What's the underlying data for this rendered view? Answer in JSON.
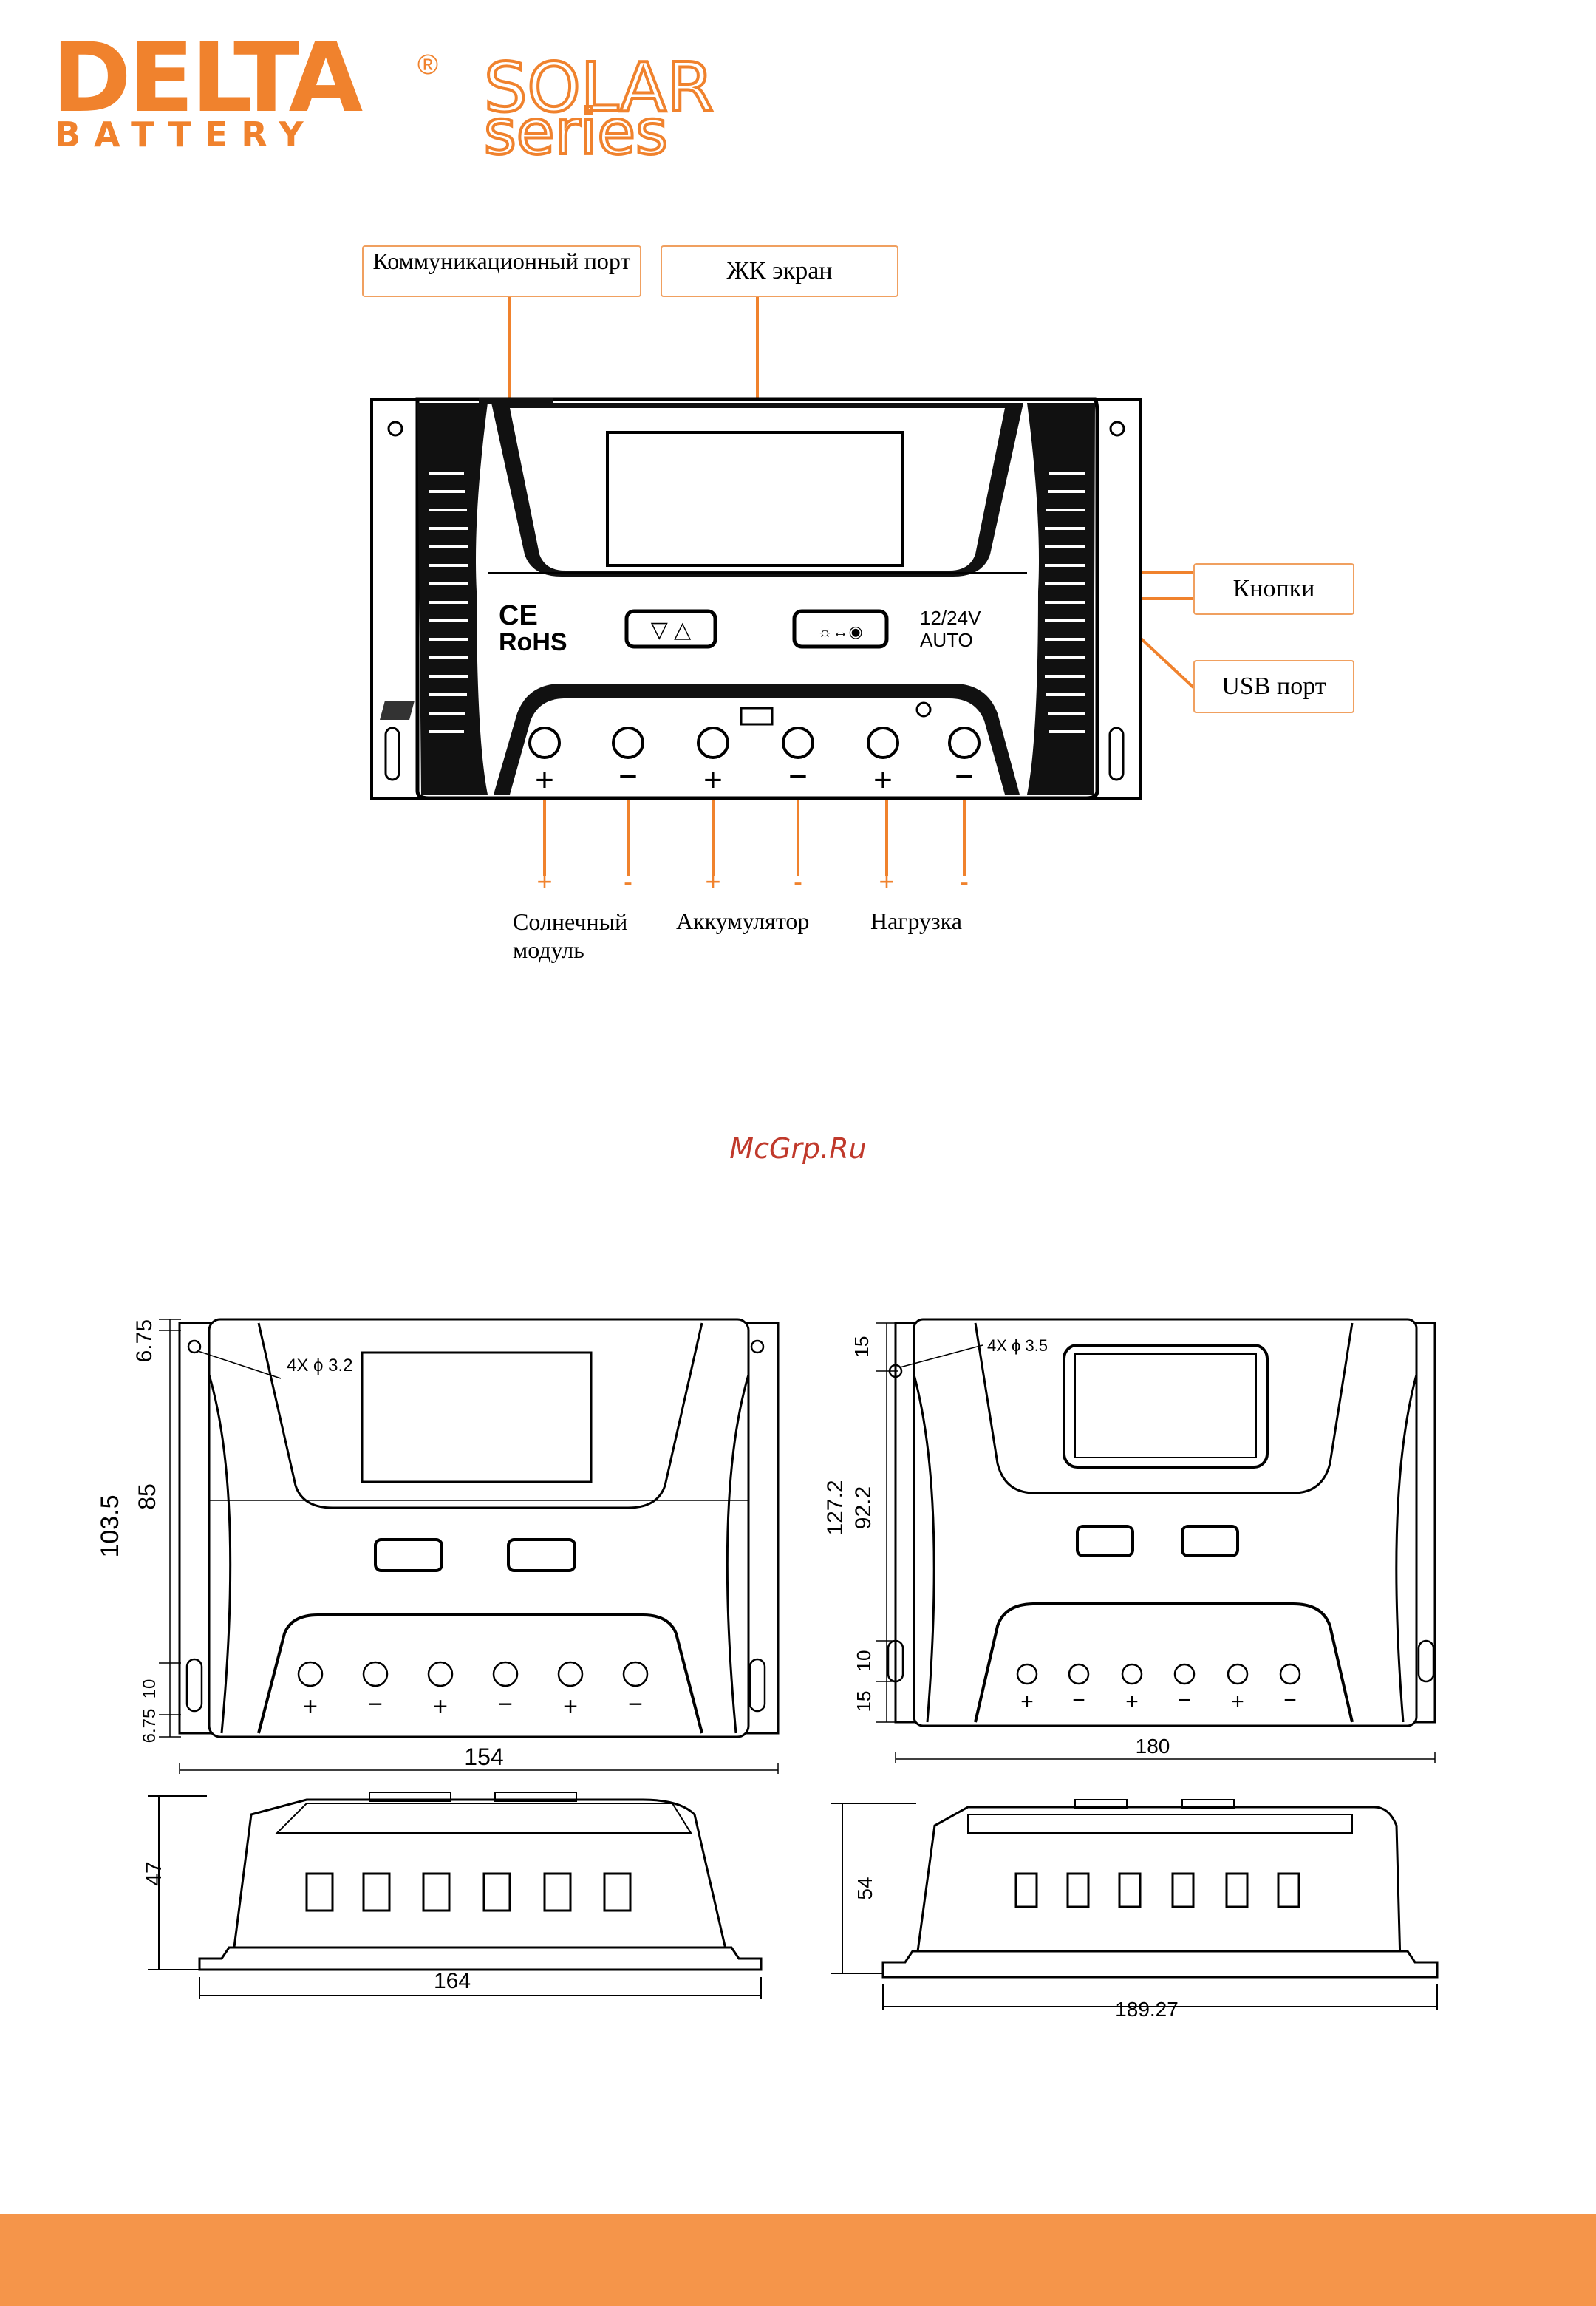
{
  "brand": {
    "name": "DELTA",
    "sub": "BATTERY",
    "reg": "®",
    "line1": "SOLAR",
    "line2": "series",
    "color": "#f0822d"
  },
  "callouts": {
    "comm_port": "Коммуникационный порт",
    "lcd": "ЖК экран",
    "buttons": "Кнопки",
    "usb": "USB порт"
  },
  "device": {
    "ce": "CE",
    "rohs": "RoHS",
    "mode_line1": "12/24V",
    "mode_line2": "AUTO"
  },
  "terminals": {
    "signs": [
      "+",
      "-",
      "+",
      "-",
      "+",
      "-"
    ],
    "solar": "Солнечный модуль",
    "battery": "Аккумулятор",
    "load": "Нагрузка"
  },
  "watermark": "McGrp.Ru",
  "dims_left": {
    "holes": "4X ϕ 3.2",
    "top": "6.75",
    "total_h": "103.5",
    "inner_h": "85",
    "slot": "10",
    "bottom": "6.75",
    "width": "154",
    "side_h": "47",
    "side_w": "164"
  },
  "dims_right": {
    "holes": "4X ϕ 3.5",
    "top": "15",
    "total_h": "127.2",
    "inner_h": "92.2",
    "slot": "10",
    "bottom": "15",
    "width": "180",
    "side_h": "54",
    "side_w": "189.27"
  },
  "colors": {
    "accent": "#f0822d",
    "footer": "#f5954a",
    "callout_border": "#f0a060"
  }
}
